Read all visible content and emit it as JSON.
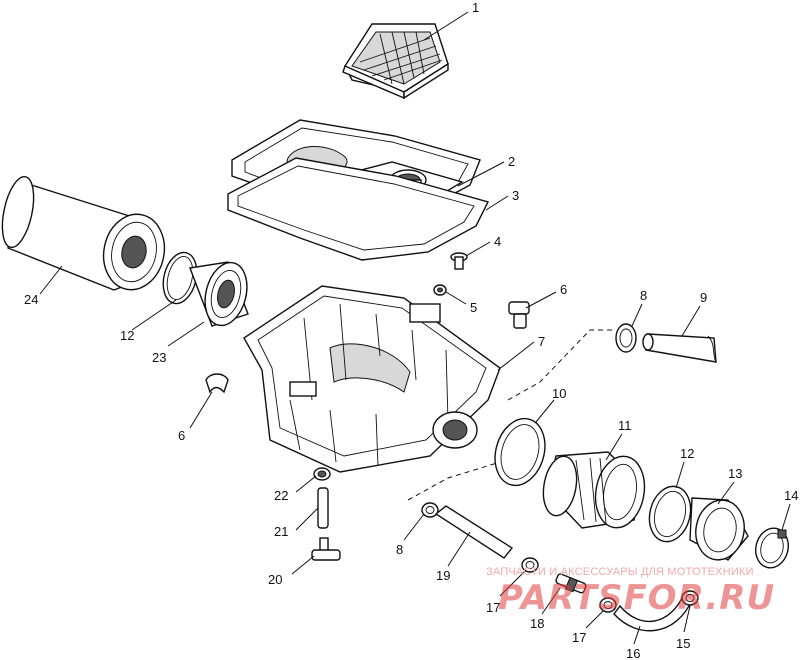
{
  "callouts": {
    "c1": "1",
    "c2": "2",
    "c3": "3",
    "c4": "4",
    "c5": "5",
    "c6a": "6",
    "c6b": "6",
    "c7": "7",
    "c8a": "8",
    "c8b": "8",
    "c9": "9",
    "c10": "10",
    "c11": "11",
    "c12a": "12",
    "c12b": "12",
    "c13": "13",
    "c14": "14",
    "c15": "15",
    "c16": "16",
    "c17a": "17",
    "c17b": "17",
    "c18": "18",
    "c19": "19",
    "c20": "20",
    "c21": "21",
    "c22": "22",
    "c23": "23",
    "c24": "24"
  },
  "watermark": {
    "caption": "ЗАПЧАСТИ И АКСЕССУАРЫ ДЛЯ МОТОТЕХНИКИ",
    "logo": "PARTSFOR.RU"
  }
}
